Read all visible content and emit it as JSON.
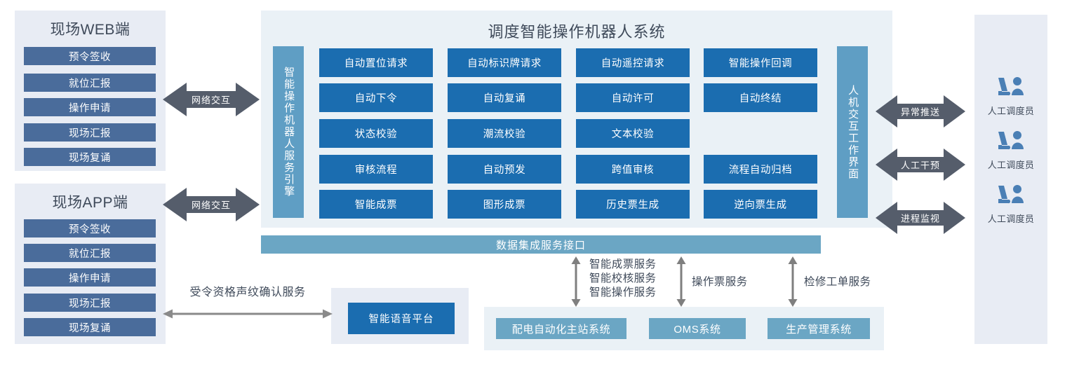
{
  "diagram": {
    "title": "调度智能操作机器人系统"
  },
  "left_clients": [
    {
      "title": "现场WEB端",
      "items": [
        "预令签收",
        "就位汇报",
        "操作申请",
        "现场汇报",
        "现场复诵"
      ]
    },
    {
      "title": "现场APP端",
      "items": [
        "预令签收",
        "就位汇报",
        "操作申请",
        "现场汇报",
        "现场复诵"
      ]
    }
  ],
  "network_arrows": [
    {
      "label": "网络交互"
    },
    {
      "label": "网络交互"
    }
  ],
  "engine_bar": {
    "label": "智能操作机器人服务引擎"
  },
  "hmi_bar": {
    "label": "人机交互工作界面"
  },
  "module_grid": {
    "rows": [
      [
        "自动置位请求",
        "自动标识牌请求",
        "自动遥控请求",
        "智能操作回调"
      ],
      [
        "自动下令",
        "自动复诵",
        "自动许可",
        "自动终结"
      ],
      [
        "状态校验",
        "潮流校验",
        "文本校验",
        ""
      ],
      [
        "审核流程",
        "自动预发",
        "跨值审核",
        "流程自动归档"
      ],
      [
        "智能成票",
        "图形成票",
        "历史票生成",
        "逆向票生成"
      ]
    ]
  },
  "right_arrows": [
    {
      "label": "异常推送"
    },
    {
      "label": "人工干预"
    },
    {
      "label": "进程监视"
    }
  ],
  "operators": [
    {
      "label": "人工调度员",
      "icon": "operator-workstation-icon"
    },
    {
      "label": "人工调度员",
      "icon": "operator-workstation-icon"
    },
    {
      "label": "人工调度员",
      "icon": "operator-workstation-icon"
    }
  ],
  "data_interface": {
    "label": "数据集成服务接口"
  },
  "service_links": [
    {
      "label": "智能成票服务\n智能校核服务\n智能操作服务"
    },
    {
      "label": "操作票服务"
    },
    {
      "label": "检修工单服务"
    }
  ],
  "external_systems": [
    {
      "label": "配电自动化主站系统"
    },
    {
      "label": "OMS系统"
    },
    {
      "label": "生产管理系统"
    }
  ],
  "voice": {
    "link_label": "受令资格声纹确认服务",
    "platform_label": "智能语音平台"
  },
  "colors": {
    "tile_blue": "#1b6db0",
    "client_chip": "#4a6c9b",
    "teal": "#6ba6c4",
    "engine_teal": "#5f9ec4",
    "panel_bg": "#e8ecf4",
    "center_bg": "#eaf1f6",
    "arrow_gray": "#555d६b",
    "text_dark": "#3f4a5a"
  }
}
